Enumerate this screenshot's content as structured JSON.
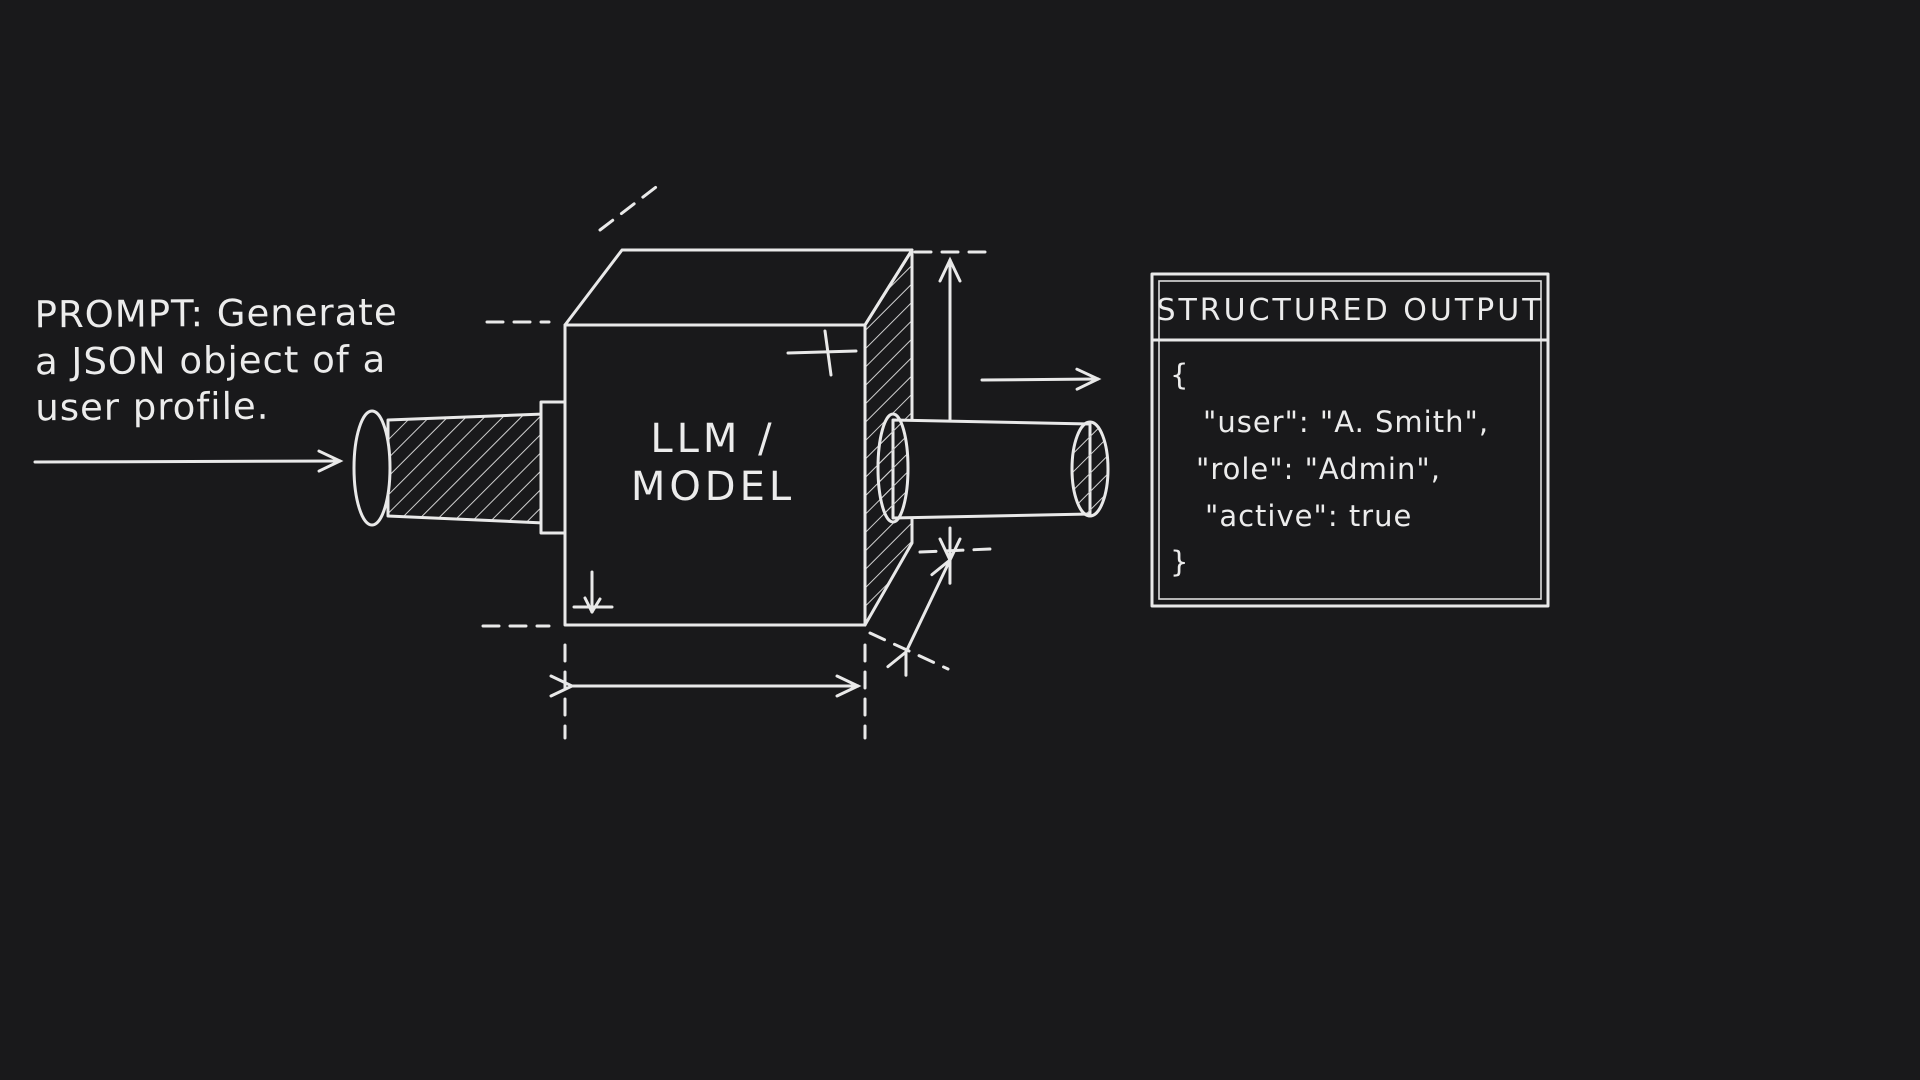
{
  "colors": {
    "background": "#19191b",
    "chalk": "#e9e9e9"
  },
  "prompt": {
    "line1": "PROMPT: Generate",
    "line2": "a JSON object of a",
    "line3": "user profile."
  },
  "machine": {
    "label1": "LLM /",
    "label2": "MODEL"
  },
  "output": {
    "title": "STRUCTURED OUTPUT",
    "code": [
      "{",
      "\"user\": \"A. Smith\",",
      "\"role\": \"Admin\",",
      "\"active\": true",
      "}"
    ]
  }
}
